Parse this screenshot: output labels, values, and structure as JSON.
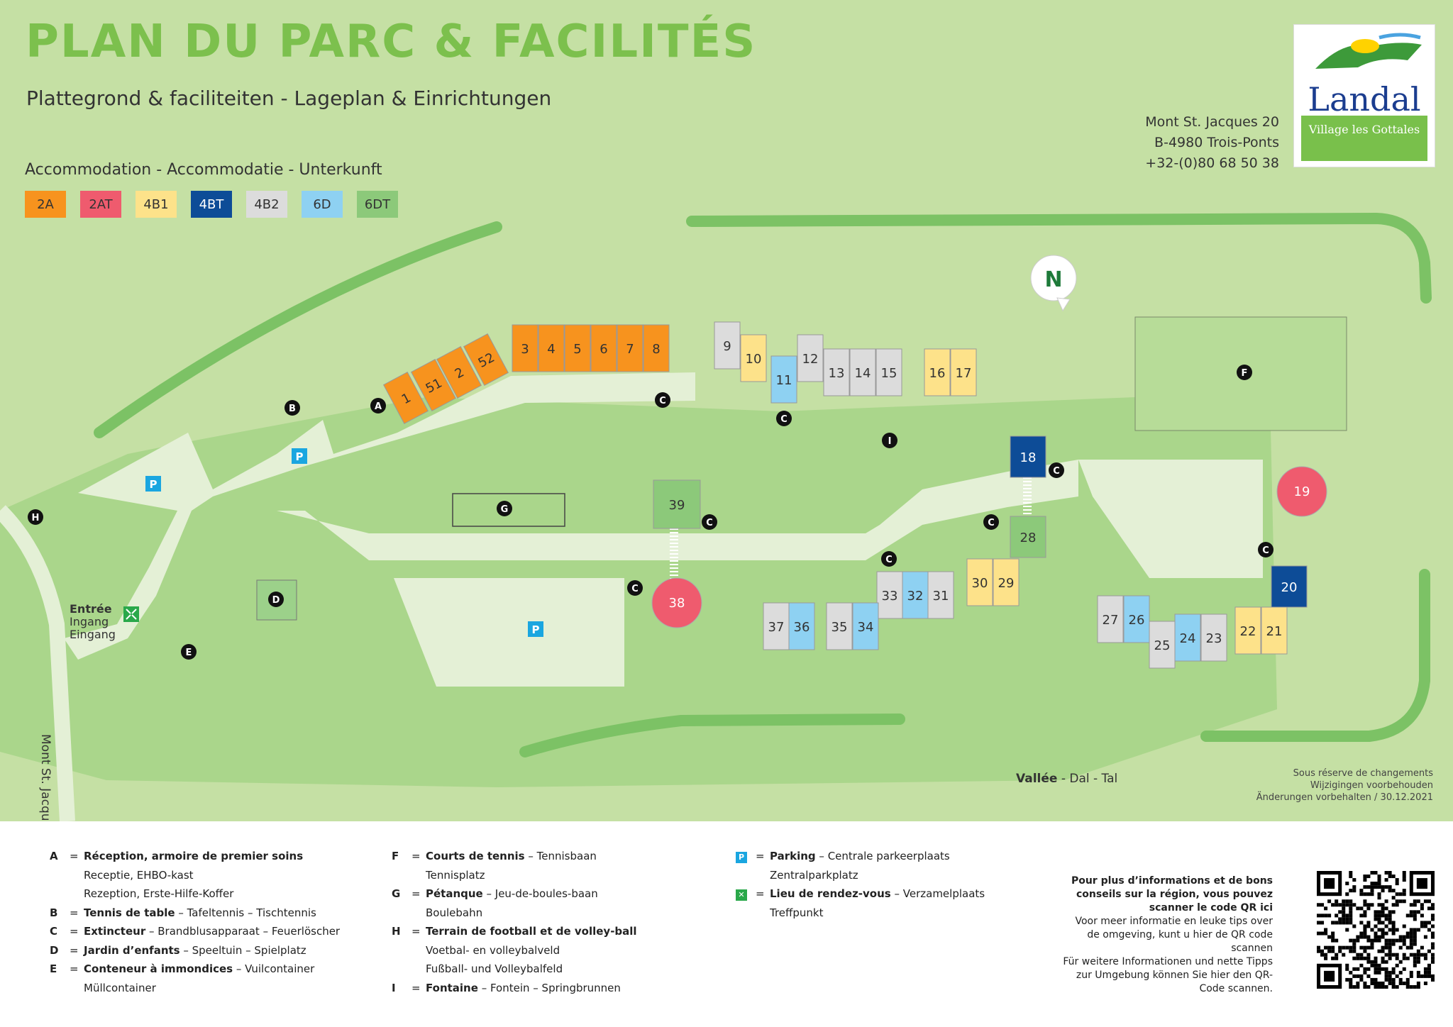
{
  "header": {
    "title": "PLAN DU PARC & FACILITÉS",
    "subtitle": "Plattegrond & faciliteiten - Lageplan & Einrichtungen"
  },
  "accommodation": {
    "title": "Accommodation - Accommodatie - Unterkunft",
    "types": [
      {
        "code": "2A",
        "color": "#f7931e"
      },
      {
        "code": "2AT",
        "color": "#ef5b6e"
      },
      {
        "code": "4B1",
        "color": "#fde28a"
      },
      {
        "code": "4BT",
        "color": "#0d4c97"
      },
      {
        "code": "4B2",
        "color": "#dcdcdc"
      },
      {
        "code": "6D",
        "color": "#8ed1f2"
      },
      {
        "code": "6DT",
        "color": "#8cc97a"
      }
    ]
  },
  "address": {
    "line1": "Mont St. Jacques 20",
    "line2": "B-4980 Trois-Ponts",
    "phone": "+32-(0)80 68 50 38"
  },
  "logo": {
    "brand": "Landal",
    "park": "Village les Gottales"
  },
  "map": {
    "compass": "N",
    "road_name": "Mont St. Jacques",
    "entrance": {
      "fr": "Entrée",
      "nl": "Ingang",
      "de": "Eingang"
    },
    "vallee": {
      "fr": "Vallée",
      "rest": " - Dal - Tal"
    },
    "facility_letters": [
      "A",
      "B",
      "C",
      "D",
      "E",
      "F",
      "G",
      "H",
      "I"
    ],
    "parking_letter": "P",
    "reserve": [
      "Sous réserve de changements",
      "Wijzigingen voorbehouden",
      "Änderungen vorbehalten / 30.12.2021"
    ],
    "units": [
      {
        "n": "1",
        "t": "2A"
      },
      {
        "n": "51",
        "t": "2A"
      },
      {
        "n": "2",
        "t": "2A"
      },
      {
        "n": "52",
        "t": "2A"
      },
      {
        "n": "3",
        "t": "2A"
      },
      {
        "n": "4",
        "t": "2A"
      },
      {
        "n": "5",
        "t": "2A"
      },
      {
        "n": "6",
        "t": "2A"
      },
      {
        "n": "7",
        "t": "2A"
      },
      {
        "n": "8",
        "t": "2A"
      },
      {
        "n": "9",
        "t": "4B2"
      },
      {
        "n": "10",
        "t": "4B1"
      },
      {
        "n": "11",
        "t": "6D"
      },
      {
        "n": "12",
        "t": "4B2"
      },
      {
        "n": "13",
        "t": "4B2"
      },
      {
        "n": "14",
        "t": "4B2"
      },
      {
        "n": "15",
        "t": "4B2"
      },
      {
        "n": "16",
        "t": "4B1"
      },
      {
        "n": "17",
        "t": "4B1"
      },
      {
        "n": "18",
        "t": "4BT"
      },
      {
        "n": "19",
        "t": "2AT"
      },
      {
        "n": "20",
        "t": "4BT"
      },
      {
        "n": "21",
        "t": "4B1"
      },
      {
        "n": "22",
        "t": "4B1"
      },
      {
        "n": "23",
        "t": "4B2"
      },
      {
        "n": "24",
        "t": "6D"
      },
      {
        "n": "25",
        "t": "4B2"
      },
      {
        "n": "26",
        "t": "6D"
      },
      {
        "n": "27",
        "t": "4B2"
      },
      {
        "n": "28",
        "t": "6DT"
      },
      {
        "n": "29",
        "t": "4B1"
      },
      {
        "n": "30",
        "t": "4B1"
      },
      {
        "n": "31",
        "t": "4B2"
      },
      {
        "n": "32",
        "t": "6D"
      },
      {
        "n": "33",
        "t": "4B2"
      },
      {
        "n": "34",
        "t": "6D"
      },
      {
        "n": "35",
        "t": "4B2"
      },
      {
        "n": "36",
        "t": "6D"
      },
      {
        "n": "37",
        "t": "4B2"
      },
      {
        "n": "38",
        "t": "2AT"
      },
      {
        "n": "39",
        "t": "6DT"
      }
    ]
  },
  "key": {
    "col1": [
      {
        "k": "A",
        "b": "Réception, armoire de premier soins",
        "r": ""
      },
      {
        "k": "",
        "b": "",
        "r": "Receptie, EHBO-kast"
      },
      {
        "k": "",
        "b": "",
        "r": "Rezeption, Erste-Hilfe-Koffer"
      },
      {
        "k": "B",
        "b": "Tennis de table",
        "r": " – Tafeltennis – Tischtennis"
      },
      {
        "k": "C",
        "b": "Extincteur",
        "r": " – Brandblusapparaat – Feuerlöscher"
      },
      {
        "k": "D",
        "b": "Jardin d’enfants",
        "r": " – Speeltuin – Spielplatz"
      },
      {
        "k": "E",
        "b": "Conteneur à immondices",
        "r": " – Vuilcontainer"
      },
      {
        "k": "",
        "b": "",
        "r": "Müllcontainer"
      }
    ],
    "col2": [
      {
        "k": "F",
        "b": "Courts de tennis",
        "r": " – Tennisbaan"
      },
      {
        "k": "",
        "b": "",
        "r": "Tennisplatz"
      },
      {
        "k": "G",
        "b": "Pétanque",
        "r": " – Jeu-de-boules-baan"
      },
      {
        "k": "",
        "b": "",
        "r": "Boulebahn"
      },
      {
        "k": "H",
        "b": "Terrain de football et de volley-ball",
        "r": ""
      },
      {
        "k": "",
        "b": "",
        "r": "Voetbal- en volleybalveld"
      },
      {
        "k": "",
        "b": "",
        "r": "Fußball- und Volleybalfeld"
      },
      {
        "k": "I",
        "b": "Fontaine",
        "r": " – Fontein – Springbrunnen"
      }
    ],
    "col3": [
      {
        "k": "P",
        "b": "Parking",
        "r": " – Centrale parkeerplaats"
      },
      {
        "k": "",
        "b": "",
        "r": "Zentralparkplatz"
      },
      {
        "k": "RV",
        "b": "Lieu de rendez-vous",
        "r": " – Verzamelplaats"
      },
      {
        "k": "",
        "b": "",
        "r": "Treffpunkt"
      }
    ],
    "eq": "=",
    "info_bold": "Pour plus d’informations et de bons conseils sur la région, vous pouvez scanner le code QR ici",
    "info_nl": "Voor meer informatie en leuke tips over de omgeving, kunt u hier de QR code scannen",
    "info_de": "Für weitere Informationen und nette Tipps zur Umgebung können Sie hier den QR-Code scannen."
  }
}
